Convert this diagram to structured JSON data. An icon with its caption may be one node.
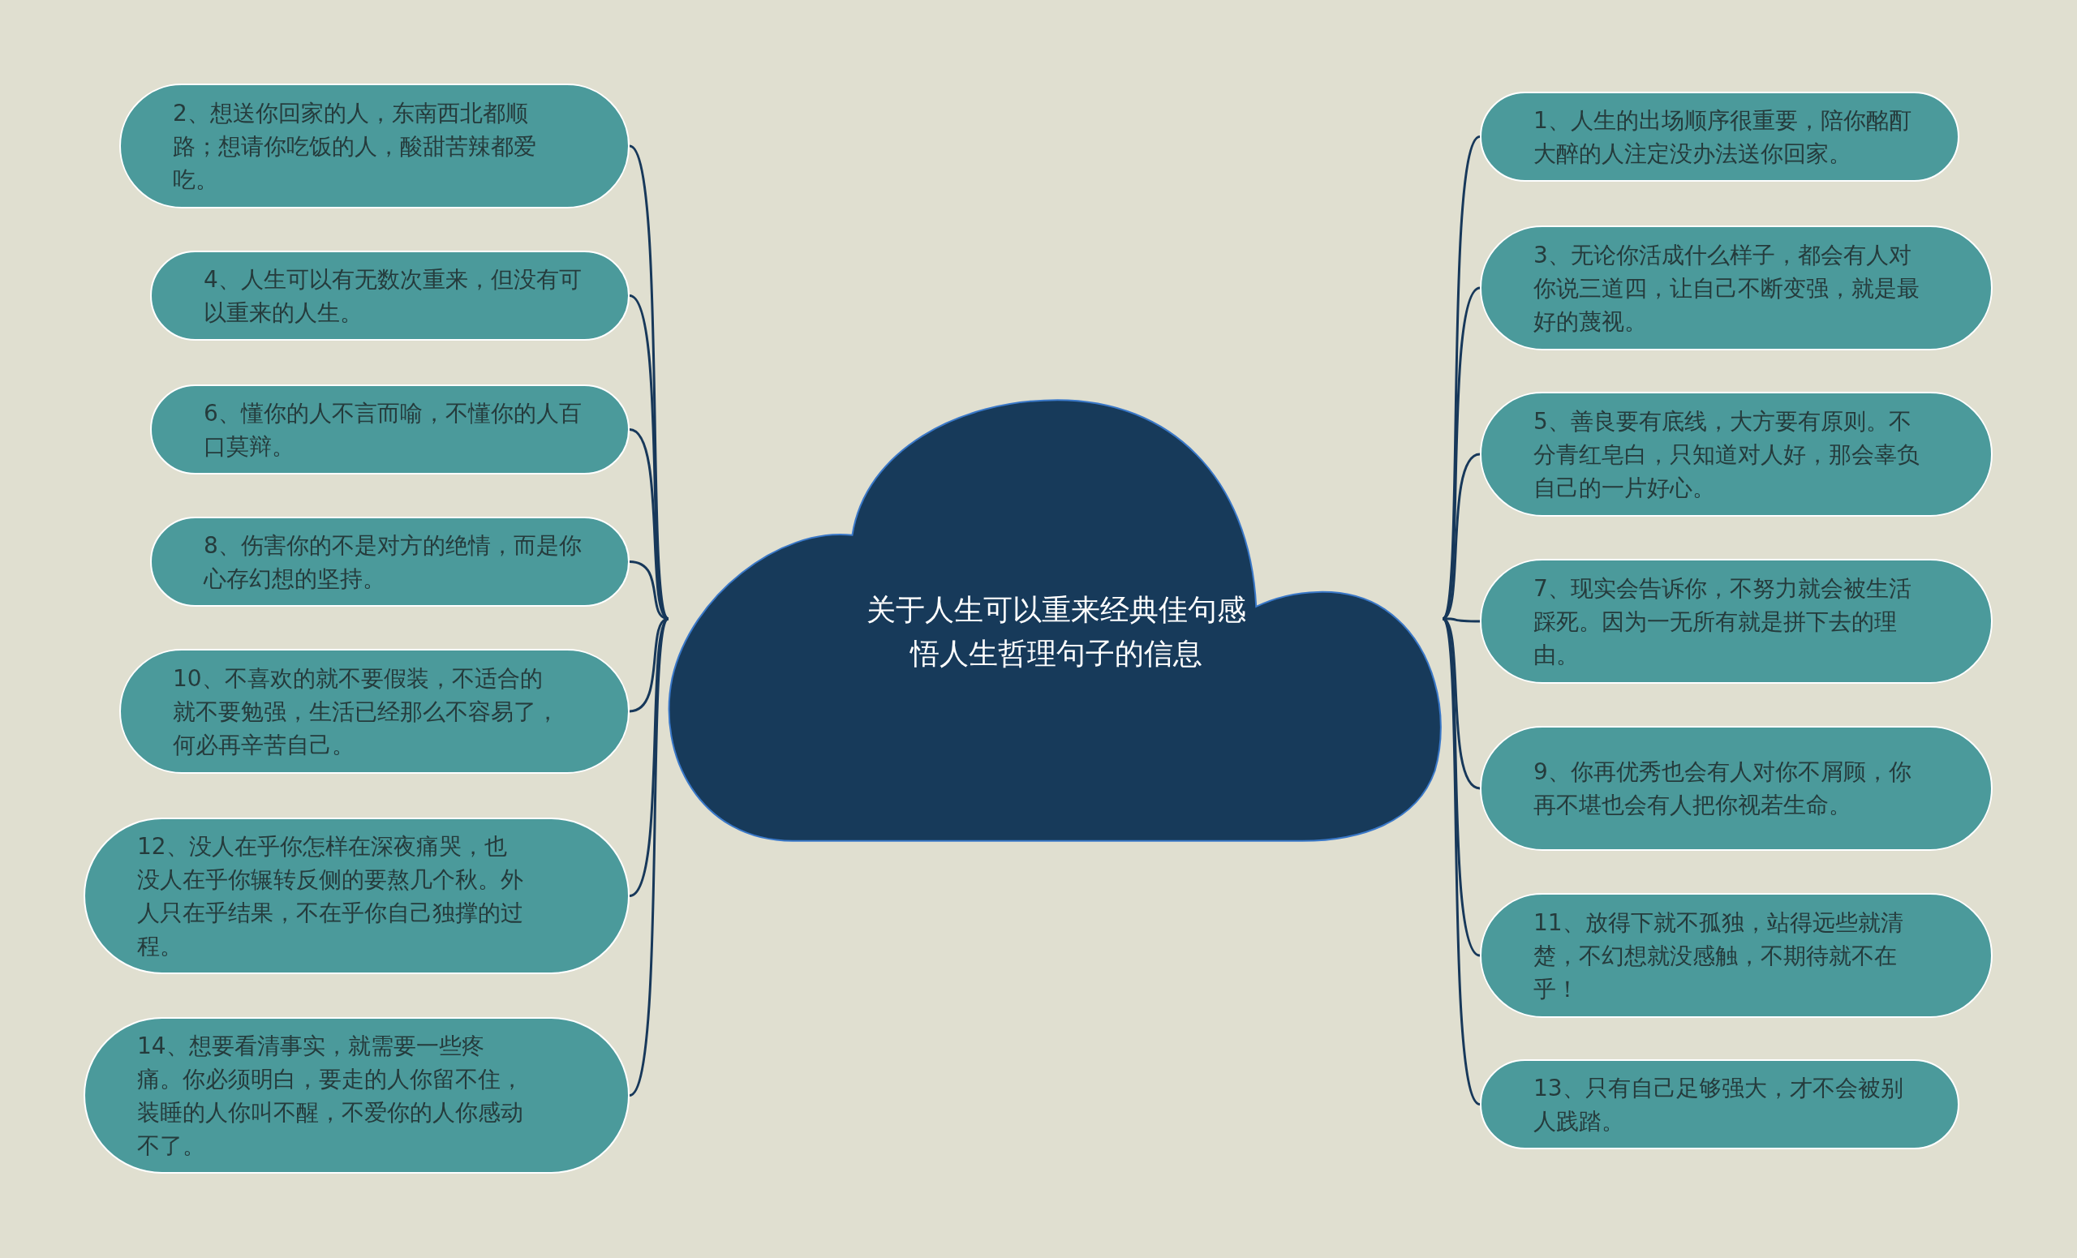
{
  "diagram": {
    "nodes": [
      {
        "text": [
          "关于人生可以重来经典佳句感悟人生哲理句子的信息"
        ]
      },
      {
        "text": [
          "1、人生的出场顺序很重要，陪你酩酊大醉的人注定没办法送你回家。"
        ]
      },
      {
        "text": [
          "2、想送你回家的人，东南西北都顺路；想请你吃饭的人，酸甜苦辣都爱吃。"
        ]
      },
      {
        "text": [
          "3、无论你活成什么样子，都会有人对你说三道四，让自己不断变强，就是最好的蔑视。"
        ]
      },
      {
        "text": [
          "4、人生可以有无数次重来，但没有可以重来的人生。"
        ]
      },
      {
        "text": [
          "5、善良要有底线，大方要有原则。不分青红皂白，只知道对人好，那会辜负自己的一片好心。"
        ]
      },
      {
        "text": [
          "6、懂你的人不言而喻，不懂你的人百口莫辩。"
        ]
      },
      {
        "text": [
          "7、现实会告诉你，不努力就会被生活踩死。因为一无所有就是拼下去的理由。"
        ]
      },
      {
        "text": [
          "8、伤害你的不是对方的绝情，而是你心存幻想的坚持。"
        ]
      },
      {
        "text": [
          "9、你再优秀也会有人对你不屑顾，你再不堪也会有人把你视若生命。"
        ]
      },
      {
        "text": [
          "10、不喜欢的就不要假装，不适合的就不要勉强，生活已经那么不容易了，何必再辛苦自己。"
        ]
      },
      {
        "text": [
          "11、放得下就不孤独，站得远些就清楚，不幻想就没感触，不期待就不在乎！"
        ]
      },
      {
        "text": [
          "12、没人在乎你怎样在深夜痛哭，也没人在乎你辗转反侧的要熬几个秋。外人只在乎结果，不在乎你自己独撑的过程。"
        ]
      },
      {
        "text": [
          "13、只有自己足够强大，才不会被别人践踏。"
        ]
      },
      {
        "text": [
          "14、想要看清事实，就需要一些疼痛。你必须明白，要走的人你留不住，装睡的人你叫不醒，不爱你的人你感动不了。"
        ]
      }
    ],
    "edges": [
      {
        "from": 0,
        "to": 1,
        "arrow": "none"
      },
      {
        "from": 0,
        "to": 2,
        "arrow": "none"
      },
      {
        "from": 0,
        "to": 3,
        "arrow": "none"
      },
      {
        "from": 0,
        "to": 4,
        "arrow": "none"
      },
      {
        "from": 0,
        "to": 5,
        "arrow": "none"
      },
      {
        "from": 0,
        "to": 6,
        "arrow": "none"
      },
      {
        "from": 0,
        "to": 7,
        "arrow": "none"
      },
      {
        "from": 0,
        "to": 8,
        "arrow": "none"
      },
      {
        "from": 0,
        "to": 9,
        "arrow": "none"
      },
      {
        "from": 0,
        "to": 10,
        "arrow": "none"
      },
      {
        "from": 0,
        "to": 11,
        "arrow": "none"
      },
      {
        "from": 0,
        "to": 12,
        "arrow": "none"
      },
      {
        "from": 0,
        "to": 13,
        "arrow": "none"
      },
      {
        "from": 0,
        "to": 14,
        "arrow": "none"
      }
    ]
  }
}
